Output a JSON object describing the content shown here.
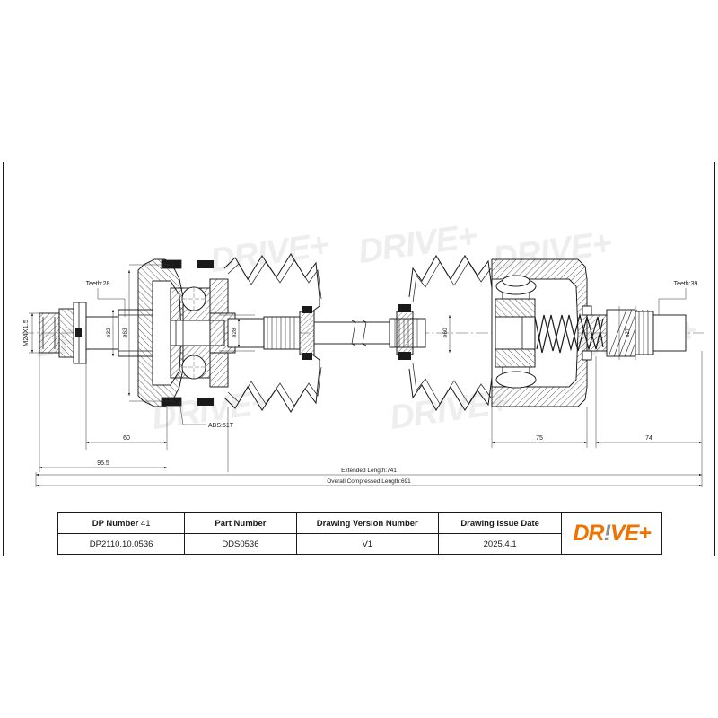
{
  "document": {
    "type": "engineering-drawing",
    "subject": "drive shaft assembly"
  },
  "labels": {
    "left_teeth": "Teeth:28",
    "left_thread": "M24X1.5",
    "left_dia_small": "ø32",
    "left_dia_large": "ø63",
    "left_dim_60": "60",
    "left_dim_955": "95.5",
    "abs_ring": "ABS:51T",
    "shaft_dia": "ø28",
    "mid_dia": "ø60",
    "right_teeth": "Teeth:39",
    "right_dim_75": "75",
    "right_dim_74": "74",
    "right_dia": "ø27",
    "extended_length": "Extended Length:741",
    "compressed_length": "Overall Compressed Length:691"
  },
  "title_block": {
    "headers": [
      "DP Number",
      "Part Number",
      "Drawing Version Number",
      "Drawing Issue Date"
    ],
    "dp_number_suffix": "41",
    "values": [
      "DP2110.10.0536",
      "DDS0536",
      "V1",
      "2025.4.1"
    ],
    "logo_text_1": "DR",
    "logo_bang": "!",
    "logo_text_2": "VE+"
  },
  "watermark": {
    "text": "DRIVE+",
    "color": "#eeeeee"
  },
  "colors": {
    "line": "#1a1a1a",
    "brand": "#F07300",
    "logo_accent": "#8c8c8c",
    "watermark": "#eeeeee"
  }
}
